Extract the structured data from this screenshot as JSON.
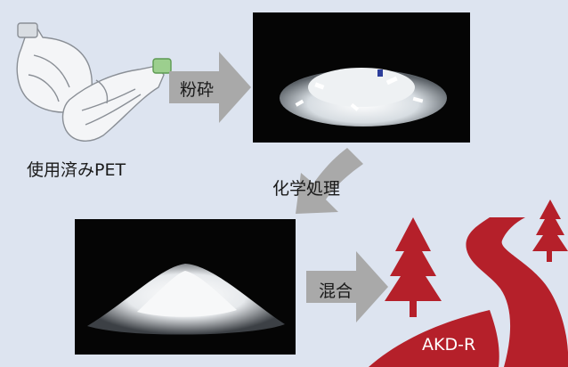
{
  "steps": {
    "bottles_label": "使用済みPET",
    "crush_label": "粉砕",
    "chemical_label": "化学処理",
    "mix_label": "混合",
    "product_label": "AKD-R"
  },
  "colors": {
    "background": "#dde4f0",
    "arrow": "#a9a9a9",
    "road": "#b5202a",
    "tree": "#b5202a",
    "photo_bg": "#050505"
  }
}
